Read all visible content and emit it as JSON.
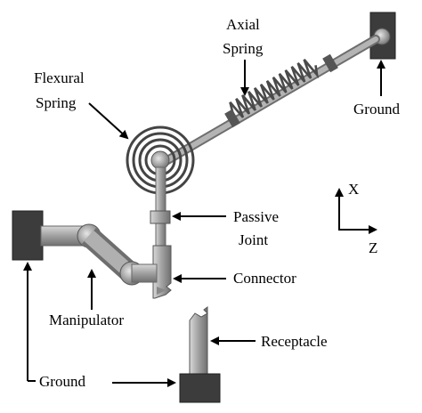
{
  "labels": {
    "axial_spring_line1": "Axial",
    "axial_spring_line2": "Spring",
    "flexural_spring_line1": "Flexural",
    "flexural_spring_line2": "Spring",
    "ground_top": "Ground",
    "passive_joint_line1": "Passive",
    "passive_joint_line2": "Joint",
    "connector": "Connector",
    "manipulator": "Manipulator",
    "receptacle": "Receptacle",
    "ground_bottom": "Ground"
  },
  "axes": {
    "x": "X",
    "z": "Z"
  },
  "colors": {
    "ground_block": "#404040",
    "rod": "#a8a8a8",
    "rod_dark": "#6e6e6e",
    "spring": "#555555",
    "ink": "#000000"
  }
}
